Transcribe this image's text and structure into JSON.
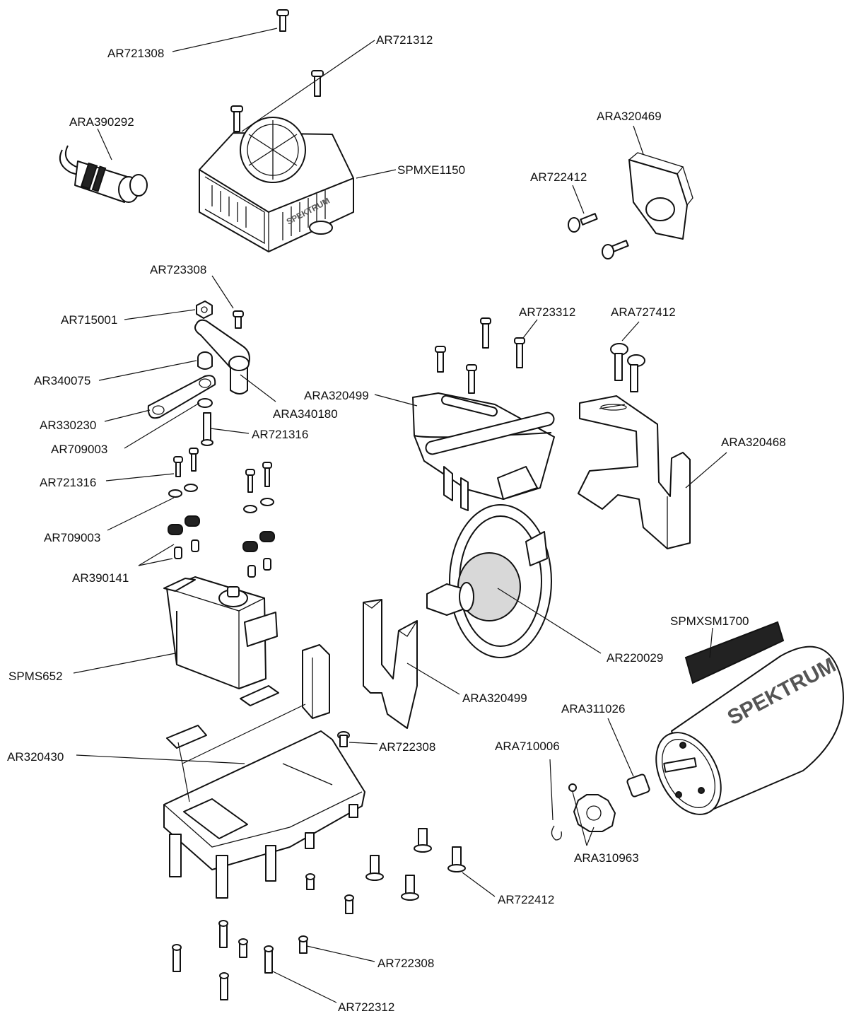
{
  "callouts": [
    {
      "id": "c1",
      "text": "AR721308"
    },
    {
      "id": "c2",
      "text": "AR721312"
    },
    {
      "id": "c3",
      "text": "ARA390292"
    },
    {
      "id": "c4",
      "text": "SPMXE1150"
    },
    {
      "id": "c5",
      "text": "ARA320469"
    },
    {
      "id": "c6",
      "text": "AR722412"
    },
    {
      "id": "c7",
      "text": "AR723308"
    },
    {
      "id": "c8",
      "text": "AR715001"
    },
    {
      "id": "c9",
      "text": "AR723312"
    },
    {
      "id": "c10",
      "text": "ARA727412"
    },
    {
      "id": "c11",
      "text": "AR340075"
    },
    {
      "id": "c12",
      "text": "ARA320499"
    },
    {
      "id": "c13",
      "text": "ARA340180"
    },
    {
      "id": "c14",
      "text": "AR330230"
    },
    {
      "id": "c15",
      "text": "AR721316"
    },
    {
      "id": "c16",
      "text": "ARA320468"
    },
    {
      "id": "c17",
      "text": "AR709003"
    },
    {
      "id": "c18",
      "text": "AR721316"
    },
    {
      "id": "c19",
      "text": "AR709003"
    },
    {
      "id": "c20",
      "text": "AR390141"
    },
    {
      "id": "c21",
      "text": "SPMXSM1700"
    },
    {
      "id": "c22",
      "text": "AR220029"
    },
    {
      "id": "c23",
      "text": "SPMS652"
    },
    {
      "id": "c24",
      "text": "ARA320499"
    },
    {
      "id": "c25",
      "text": "ARA311026"
    },
    {
      "id": "c26",
      "text": "AR722308"
    },
    {
      "id": "c27",
      "text": "ARA710006"
    },
    {
      "id": "c28",
      "text": "AR320430"
    },
    {
      "id": "c29",
      "text": "ARA310963"
    },
    {
      "id": "c30",
      "text": "AR722412"
    },
    {
      "id": "c31",
      "text": "AR722308"
    },
    {
      "id": "c32",
      "text": "AR722312"
    }
  ],
  "logos": {
    "esc": "SPEKTRUM",
    "motor": "SPEKTRUM"
  }
}
